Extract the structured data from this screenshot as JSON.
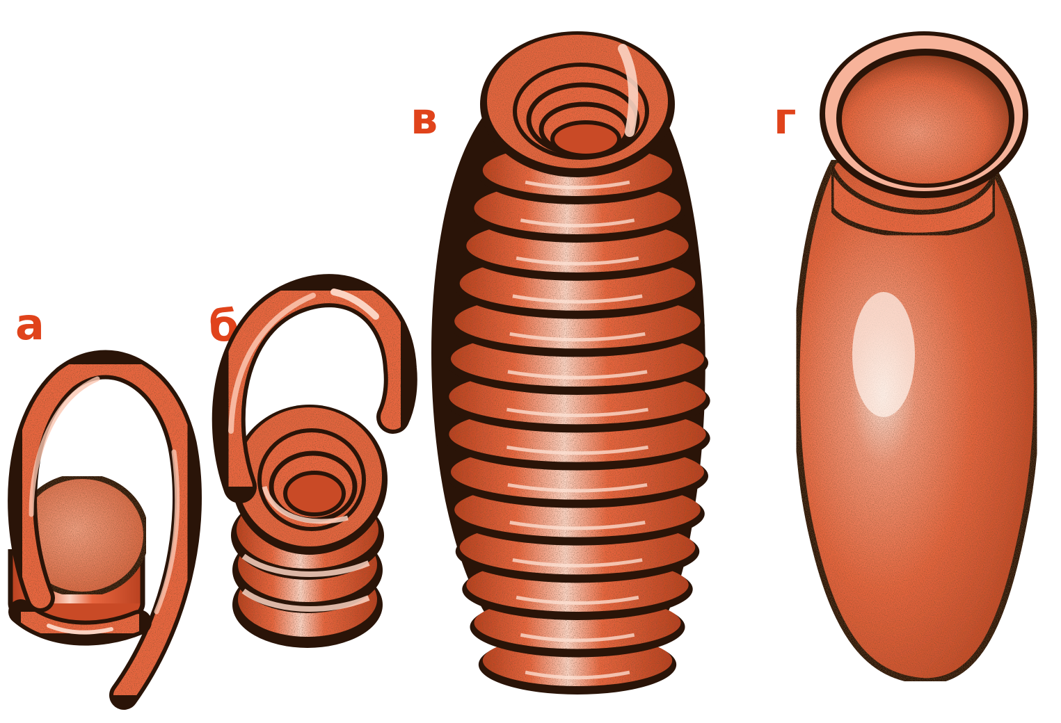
{
  "figure": {
    "panels": [
      {
        "id": "a",
        "label": "а"
      },
      {
        "id": "b",
        "label": "б"
      },
      {
        "id": "c",
        "label": "в"
      },
      {
        "id": "d",
        "label": "г"
      }
    ]
  },
  "colors": {
    "clay": "#e8663f",
    "clay_light": "#f59a7c",
    "clay_dark": "#c94a26",
    "outline": "#2a1408",
    "label": "#e0431b",
    "highlight": "#fde3d6"
  }
}
